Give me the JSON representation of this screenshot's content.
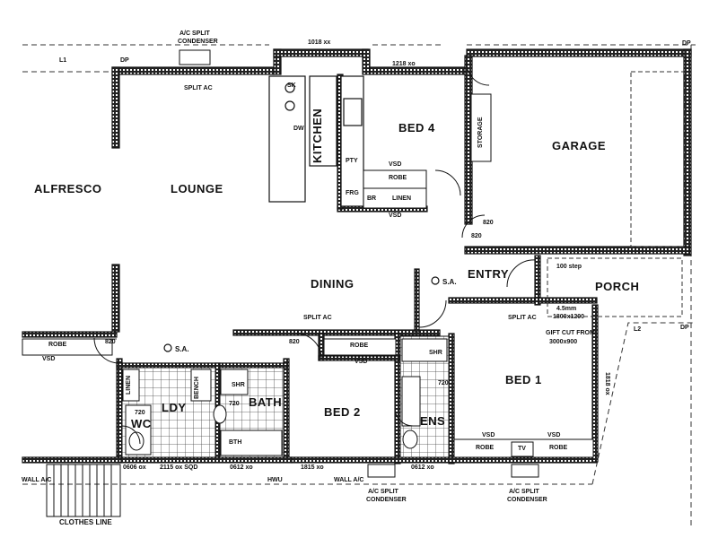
{
  "rooms": {
    "alfresco": "ALFRESCO",
    "lounge": "LOUNGE",
    "kitchen": "KITCHEN",
    "bed4": "BED 4",
    "garage": "GARAGE",
    "dining": "DINING",
    "entry": "ENTRY",
    "porch": "PORCH",
    "bed1": "BED 1",
    "bed2": "BED 2",
    "bath": "BATH",
    "ldy": "LDY",
    "wc": "WC",
    "ens": "ENS"
  },
  "fixtures": {
    "ac_split_condenser_top": [
      "A/C SPLIT",
      "CONDENSER"
    ],
    "split_ac": "SPLIT AC",
    "robe": "ROBE",
    "linen": "LINEN",
    "storage": "STORAGE",
    "vsd": "VSD",
    "pty": "PTY",
    "frg": "FRG",
    "br": "BR",
    "dw": "DW",
    "sk": "SK",
    "shr": "SHR",
    "bench": "BENCH",
    "bth": "BTH",
    "tv": "TV",
    "smoke_alarm": "S.A.",
    "step": "100 step",
    "window_note": [
      "4.5mm",
      "1800x1200"
    ],
    "gift_cut": [
      "GIFT CUT FROM",
      "3000x900"
    ],
    "clothes_line": "CLOTHES LINE",
    "wall_ac": "WALL A/C",
    "hwu": "HWU",
    "ac_split_condenser_bottom1": [
      "A/C SPLIT",
      "CONDENSER"
    ],
    "ac_split_condenser_bottom2": [
      "A/C SPLIT",
      "CONDENSER"
    ],
    "dp": "DP"
  },
  "dimensions": {
    "top_1018": "1018 xx",
    "top_1218": "1218 xo",
    "top_l1": "L1",
    "l2": "L2",
    "bed_820a": "820",
    "bed_820b": "820",
    "bed_820c": "820",
    "bed_820d": "820",
    "bottom": [
      "0606 ox",
      "2115 ox SQD",
      "0612 xo",
      "1815 xo",
      "0612 xo"
    ],
    "side_1818": "1818 ox",
    "side_720a": "720",
    "side_720b": "720",
    "side_720c": "720"
  }
}
